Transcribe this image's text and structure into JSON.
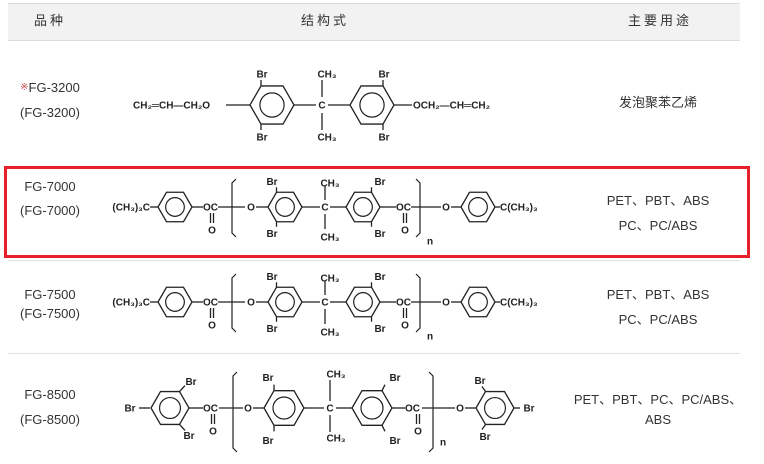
{
  "header": {
    "variety": "品种",
    "structure": "结构式",
    "usage": "主要用途"
  },
  "rows": [
    {
      "mark": "※",
      "name": "FG-3200",
      "alias": "(FG-3200)",
      "usage": [
        "发泡聚苯乙烯"
      ],
      "highlighted": false
    },
    {
      "mark": "",
      "name": "FG-7000",
      "alias": "(FG-7000)",
      "usage": [
        "PET、PBT、ABS",
        "PC、PC/ABS"
      ],
      "highlighted": true
    },
    {
      "mark": "",
      "name": "FG-7500",
      "alias": "(FG-7500)",
      "usage": [
        "PET、PBT、ABS",
        "PC、PC/ABS"
      ],
      "highlighted": false
    },
    {
      "mark": "",
      "name": "FG-8500",
      "alias": "(FG-8500)",
      "usage": [
        "PET、PBT、PC、PC/ABS、",
        "ABS"
      ],
      "highlighted": false
    }
  ],
  "labels": {
    "br": "Br",
    "c": "C",
    "ch3": "CH₃",
    "o": "O",
    "oc": "OC",
    "n": "n",
    "allyl_left": "CH₂═CH—CH₂O",
    "allyl_right": "OCH₂—CH═CH₂",
    "tbu_left": "(CH₃)₃C",
    "tbu_right": "C(CH₃)₃"
  },
  "colors": {
    "highlight": "#e8202a",
    "header_bg": "#f2f2f2",
    "mark": "#c0504d"
  }
}
